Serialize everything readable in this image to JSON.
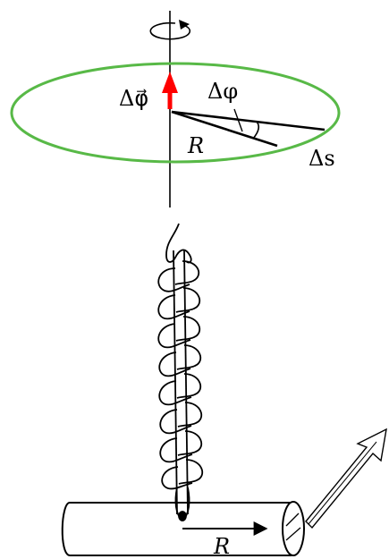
{
  "top_diagram": {
    "label_delta_phi_vector": "Δφ⃗",
    "label_delta_phi": "Δφ",
    "label_radius": "R",
    "label_arc": "Δs",
    "colors": {
      "orbit": "#58b947",
      "vector": "#ff0000",
      "lines": "#000000"
    }
  },
  "bottom_diagram": {
    "label_radius": "R"
  }
}
